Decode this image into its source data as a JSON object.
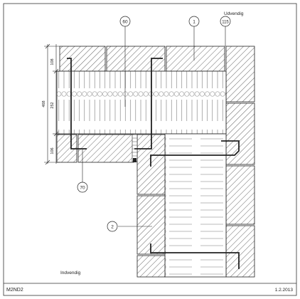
{
  "labels": {
    "outside": "Udvendig",
    "inside": "Indvendig",
    "code": "M2ND2",
    "date": "1.2.2013"
  },
  "callouts": {
    "c60": "60",
    "c1": "1",
    "c115": "115",
    "c70": "70",
    "c2": "2"
  },
  "dimensions": {
    "d108": "108",
    "d252": "252",
    "d106": "106",
    "total": "468"
  },
  "colors": {
    "line": "#222222",
    "hatch": "#555555",
    "insulation": "#888888",
    "background": "#ffffff"
  }
}
